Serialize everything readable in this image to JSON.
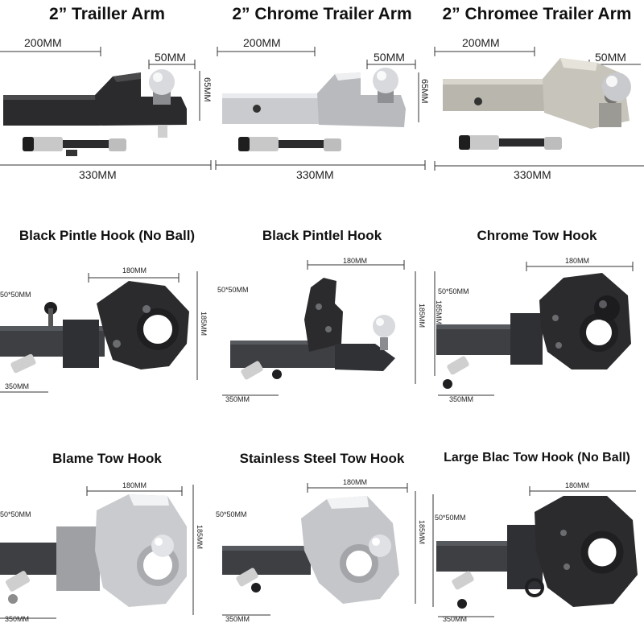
{
  "products": [
    {
      "title": "2” Trailler Arm",
      "width_label": "200MM",
      "side_label": "50MM",
      "height_label": "",
      "length_label": "330MM",
      "finish": "black"
    },
    {
      "title": "2” Chrome Trailer Arm",
      "width_label": "200MM",
      "side_label": "50MM",
      "height_label": "65MM",
      "length_label": "330MM",
      "finish": "chrome"
    },
    {
      "title": "2” Chromee Trailer Arm",
      "width_label": "200MM",
      "side_label": "50MM",
      "height_label": "",
      "length_label": "330MM",
      "finish": "satin"
    },
    {
      "title": "Black Pintle Hook (No Ball)",
      "width_label": "180MM",
      "side_label": "50*50MM",
      "height_label": "185MM",
      "length_label": "350MM",
      "finish": "black"
    },
    {
      "title": "Black Pintlel Hook",
      "width_label": "180MM",
      "side_label": "50*50MM",
      "height_label": "185MM",
      "length_label": "350MM",
      "finish": "black"
    },
    {
      "title": "Chrome Tow Hook",
      "width_label": "180MM",
      "side_label": "50*50MM",
      "height_label": "185MM",
      "length_label": "350MM",
      "finish": "black"
    },
    {
      "title": "Blame Tow Hook",
      "width_label": "180MM",
      "side_label": "50*50MM",
      "height_label": "185MM",
      "length_label": "350MM",
      "finish": "chrome"
    },
    {
      "title": "Stainless Steel Tow Hook",
      "width_label": "180MM",
      "side_label": "50*50MM",
      "height_label": "185MM",
      "length_label": "350MM",
      "finish": "chrome"
    },
    {
      "title": "Large Blac Tow Hook (No Ball)",
      "width_label": "180MM",
      "side_label": "50*50MM",
      "height_label": "",
      "length_label": "350MM",
      "finish": "black"
    }
  ],
  "colors": {
    "background": "#ffffff",
    "black_metal": "#2b2b2d",
    "chrome": "#c9cbce",
    "satin": "#b9b6ad",
    "text": "#111111"
  }
}
